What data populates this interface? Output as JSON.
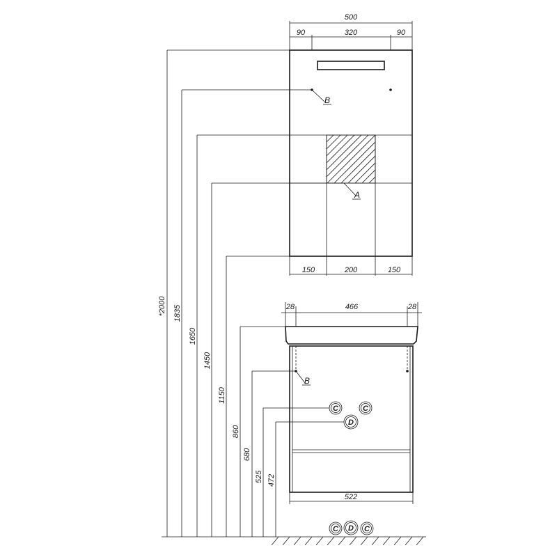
{
  "mirror": {
    "width_total": "500",
    "top_left": "90",
    "top_mid": "320",
    "top_right": "90",
    "bottom_left": "150",
    "bottom_mid": "200",
    "bottom_right": "150",
    "marker_a": "A",
    "marker_b": "B"
  },
  "vanity": {
    "top_left": "28",
    "top_mid": "466",
    "top_right": "28",
    "bottom_width": "522",
    "marker_b": "B"
  },
  "heights": [
    "*2000",
    "1835",
    "1650",
    "1450",
    "1150",
    "860",
    "680",
    "525",
    "472"
  ],
  "symbols": {
    "cold": "C",
    "drain": "D"
  }
}
